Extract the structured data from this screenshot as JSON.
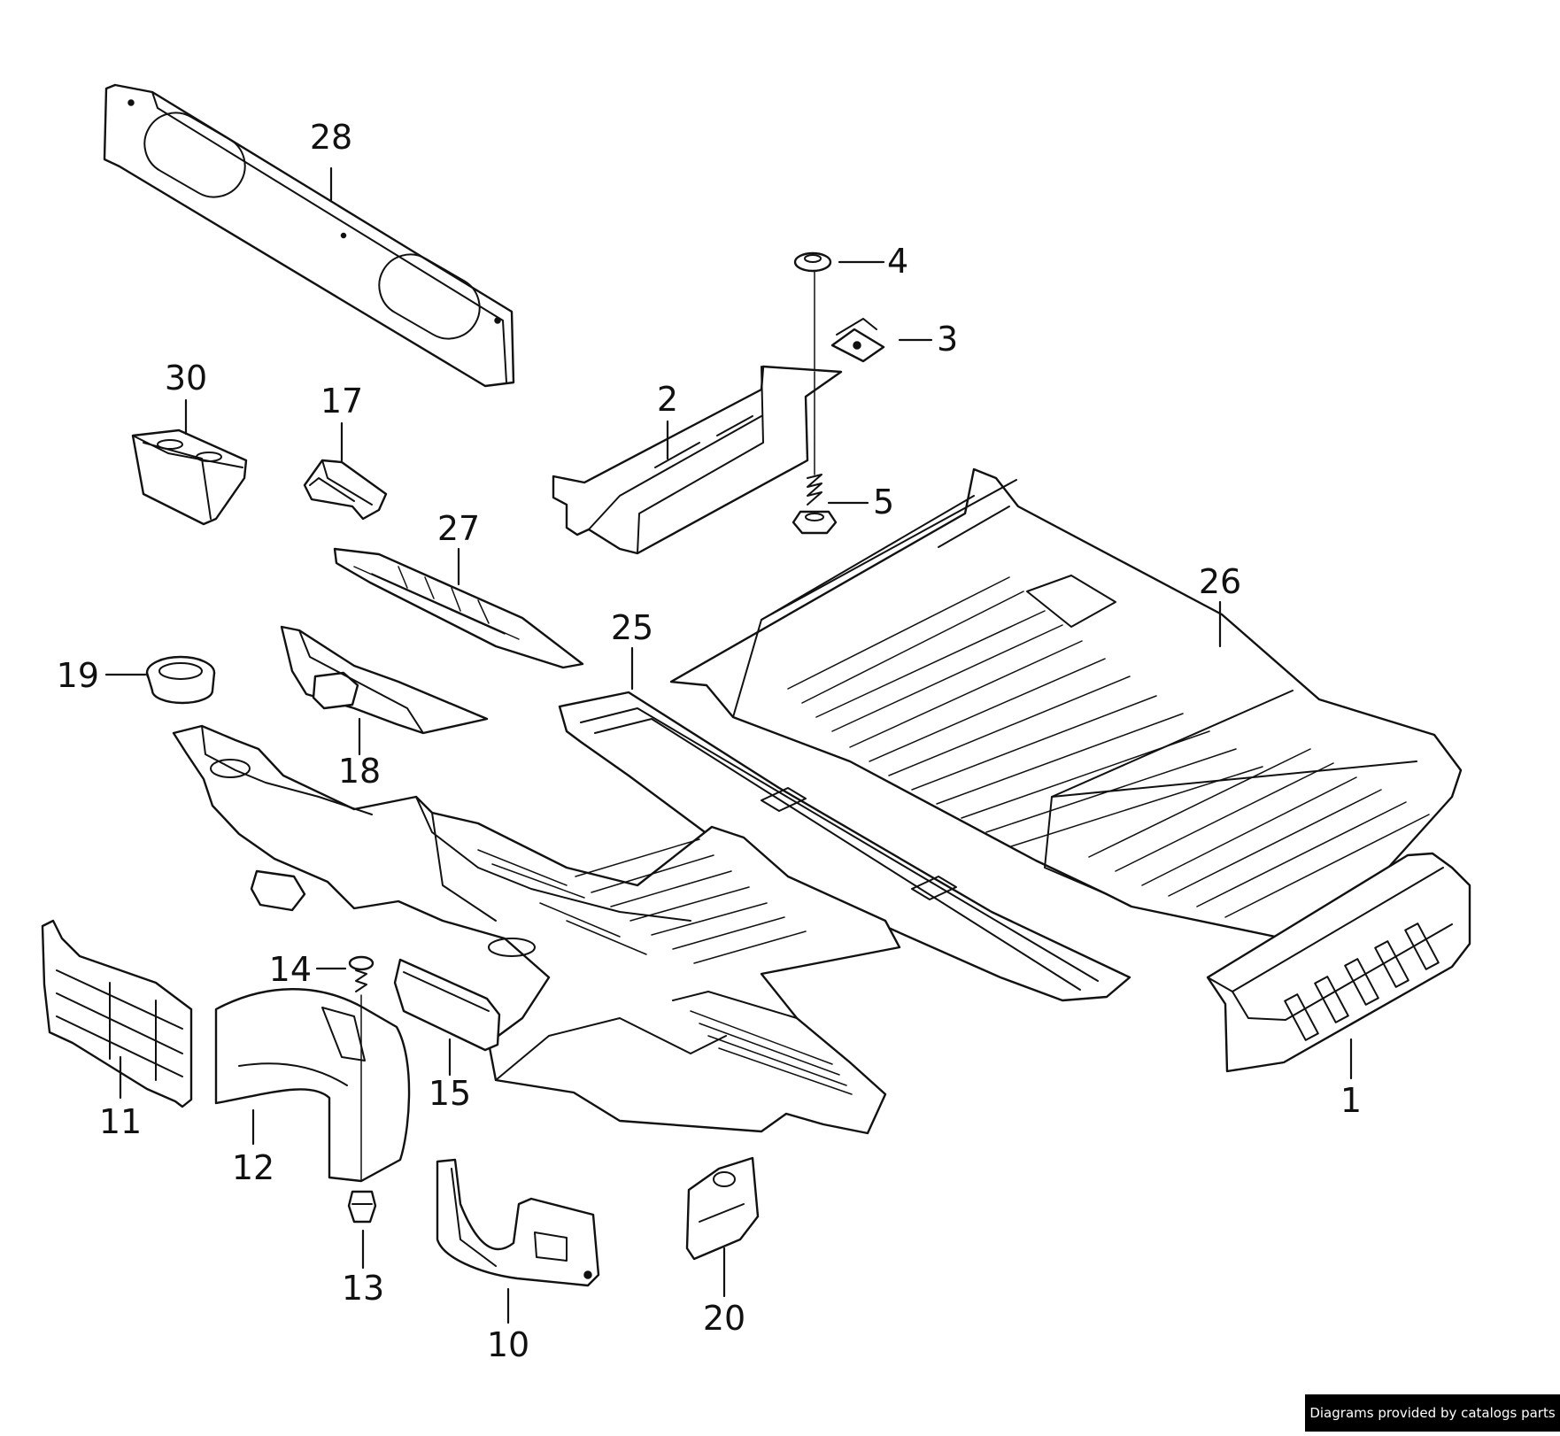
{
  "diagram": {
    "callouts": [
      {
        "id": "28",
        "label": "28"
      },
      {
        "id": "4",
        "label": "4"
      },
      {
        "id": "3",
        "label": "3"
      },
      {
        "id": "2",
        "label": "2"
      },
      {
        "id": "30",
        "label": "30"
      },
      {
        "id": "17",
        "label": "17"
      },
      {
        "id": "5",
        "label": "5"
      },
      {
        "id": "27",
        "label": "27"
      },
      {
        "id": "26",
        "label": "26"
      },
      {
        "id": "25",
        "label": "25"
      },
      {
        "id": "19",
        "label": "19"
      },
      {
        "id": "18",
        "label": "18"
      },
      {
        "id": "14",
        "label": "14"
      },
      {
        "id": "15",
        "label": "15"
      },
      {
        "id": "11",
        "label": "11"
      },
      {
        "id": "12",
        "label": "12"
      },
      {
        "id": "1",
        "label": "1"
      },
      {
        "id": "13",
        "label": "13"
      },
      {
        "id": "10",
        "label": "10"
      },
      {
        "id": "20",
        "label": "20"
      }
    ]
  },
  "footer": {
    "credit": "Diagrams provided by catalogs parts"
  }
}
